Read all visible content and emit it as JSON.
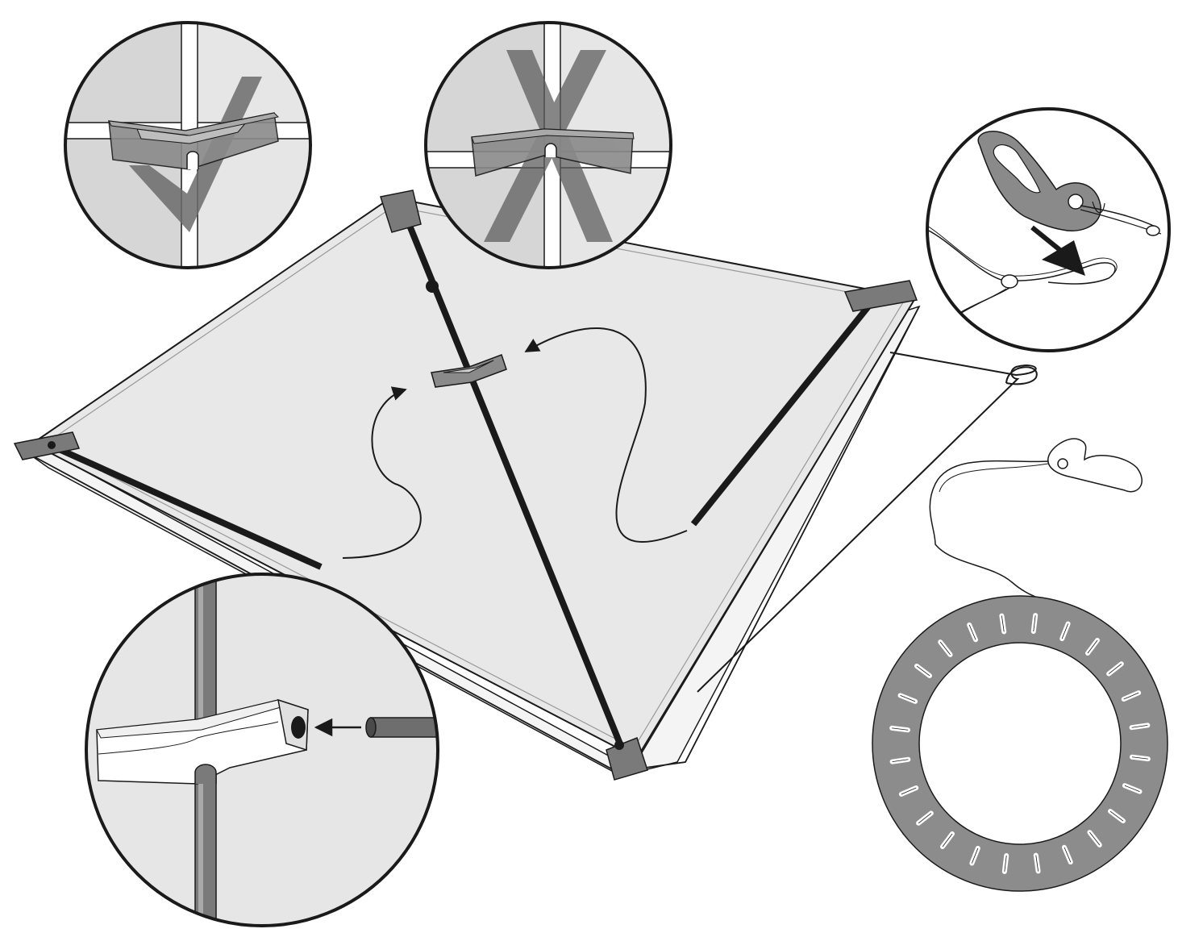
{
  "diagram": {
    "kind": "kite-assembly-instructions",
    "colors": {
      "outline": "#1a1a1a",
      "sail_fill": "#e8e8e8",
      "hem_fill": "#f4f4f4",
      "pocket_fill": "#7a7a7a",
      "spar_fill": "#1a1a1a",
      "connector_fill": "#8a8a8a",
      "zoom_bg_light": "#e6e6e6",
      "zoom_bg_mid": "#cfcfcf",
      "check_mark": "#6b6b6b",
      "cross_mark": "#5e5e5e",
      "line_winder": "#8c8c8c",
      "winder_slot": "#ffffff"
    },
    "parts": [
      "kite-sail",
      "vertical-spine-spar",
      "left-cross-spar",
      "right-cross-spar",
      "spar-connector",
      "corner-pockets",
      "bridle-line",
      "line-clip",
      "line-winder"
    ],
    "insets": [
      "correct-connector-orientation",
      "incorrect-connector-orientation",
      "clip-attachment-to-bridle-loop",
      "spar-insertion-into-connector"
    ],
    "icons": {
      "correct": "check-mark-icon",
      "incorrect": "cross-mark-icon",
      "direction": "arrow-icon"
    }
  }
}
